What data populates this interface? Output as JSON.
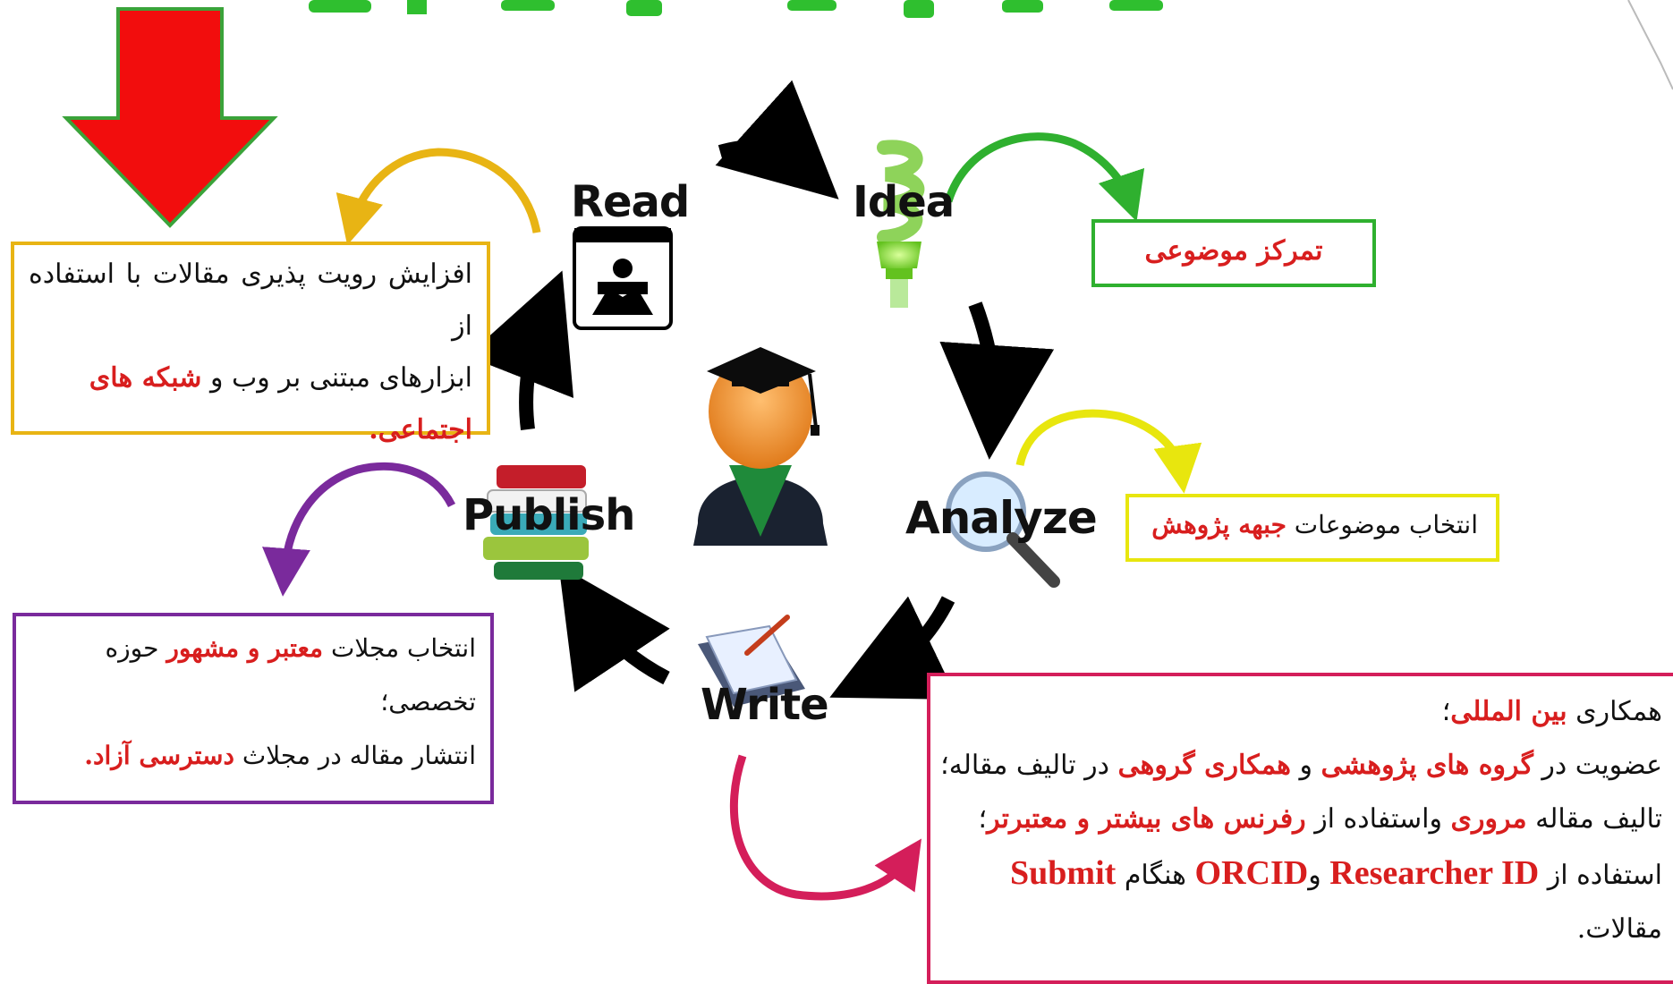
{
  "phases": {
    "read": "Read",
    "idea": "Idea",
    "analyze": "Analyze",
    "write": "Write",
    "publish": "Publish"
  },
  "boxes": {
    "focus": {
      "text": "تمرکز موضوعی"
    },
    "topics": {
      "prefix": "انتخاب موضوعات ",
      "highlight": "جبهه پژوهش"
    },
    "read": {
      "line1": "افزایش رویت پذیری مقالات با استفاده از",
      "line2a": "ابزارهای مبتنی بر وب و ",
      "line2b": "شبکه های",
      "line3": "اجتماعی."
    },
    "publish": {
      "l1a": "انتخاب مجلات ",
      "l1b": "معتبر و مشهور",
      "l1c": " حوزه",
      "l2": "تخصصی؛",
      "l3a": "انتشار مقاله در مجلاث ",
      "l3b": "دسترسی آزاد."
    },
    "write": {
      "l1a": "همکاری ",
      "l1b": "بین المللی",
      "l1c": "؛",
      "l2a": "عضویت در ",
      "l2b": "گروه های پژوهشی",
      "l2c": " و ",
      "l2d": "همکاری گروهی",
      "l2e": " در تالیف مقاله؛",
      "l3a": "تالیف مقاله ",
      "l3b": "مروری",
      "l3c": " واستفاده از ",
      "l3d": "رفرنس های بیشتر و معتبرتر",
      "l3e": "؛",
      "l4a": "استفاده از  ",
      "l4b": "Researcher ID",
      "l4c": " و",
      "l4d": "ORCID",
      "l4e": " هنگام  ",
      "l4f": "Submit",
      "l5": "مقالات."
    }
  },
  "colors": {
    "red_arrow": "#f20d0d",
    "arrow_outline": "#3aa33a",
    "cycle_arrows": "#000000",
    "green": "#2fb02f",
    "yellow": "#e8e60e",
    "gold": "#e8b414",
    "purple": "#7a2a9c",
    "crimson": "#d41e5a",
    "highlight": "#d81e1e",
    "title_green": "#2fbf2f"
  }
}
